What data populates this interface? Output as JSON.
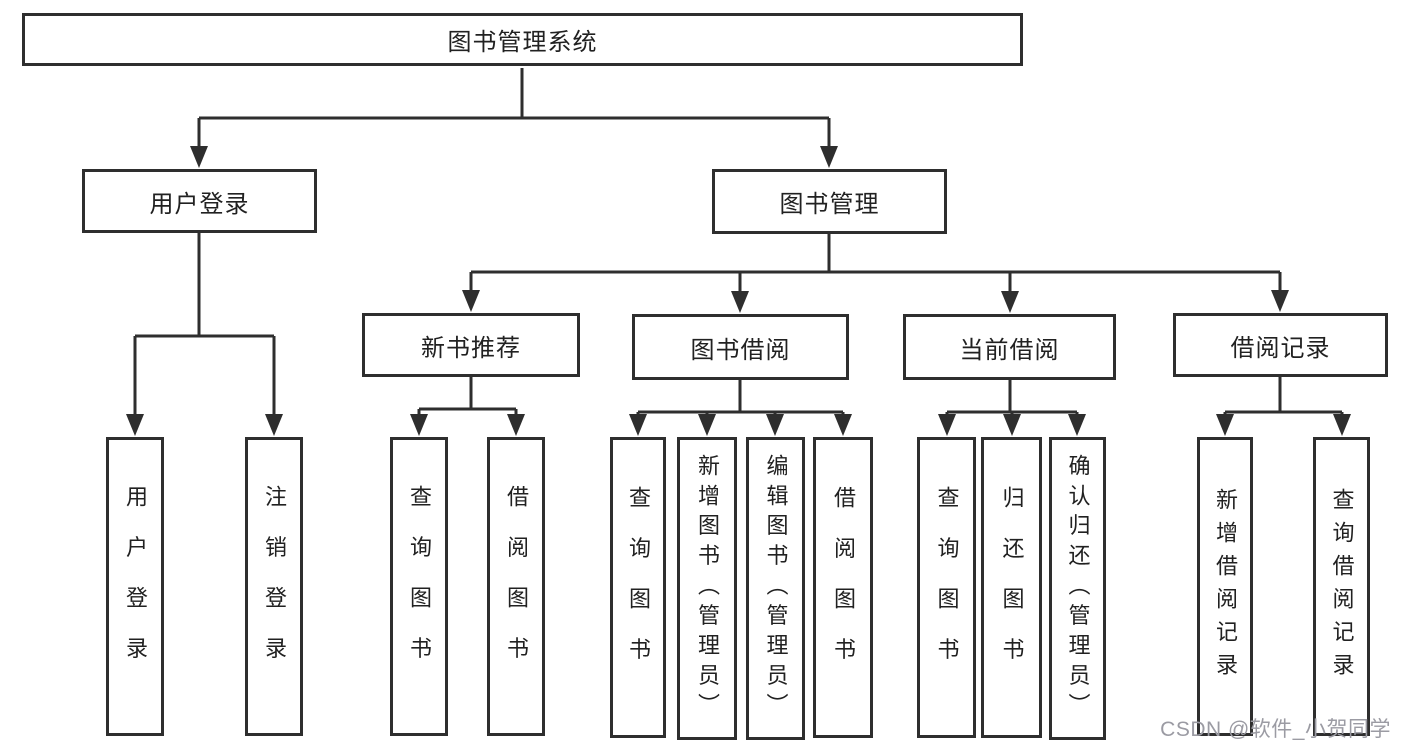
{
  "diagram": {
    "root": {
      "label": "图书管理系统"
    },
    "branches": [
      {
        "label": "用户登录",
        "children": [
          {
            "label": "用户登录"
          },
          {
            "label": "注销登录"
          }
        ]
      },
      {
        "label": "图书管理",
        "children": [
          {
            "label": "新书推荐",
            "children": [
              {
                "label": "查询图书"
              },
              {
                "label": "借阅图书"
              }
            ]
          },
          {
            "label": "图书借阅",
            "children": [
              {
                "label": "查询图书"
              },
              {
                "label": "新增图书（管理员）"
              },
              {
                "label": "编辑图书（管理员）"
              },
              {
                "label": "借阅图书"
              }
            ]
          },
          {
            "label": "当前借阅",
            "children": [
              {
                "label": "查询图书"
              },
              {
                "label": "归还图书"
              },
              {
                "label": "确认归还（管理员）"
              }
            ]
          },
          {
            "label": "借阅记录",
            "children": [
              {
                "label": "新增借阅记录"
              },
              {
                "label": "查询借阅记录"
              }
            ]
          }
        ]
      }
    ]
  },
  "watermark": {
    "text": "CSDN @软件_小贺同学"
  },
  "colors": {
    "line": "#2e2e2e",
    "text": "#212121",
    "watermark": "#9b9ba3",
    "background": "#ffffff"
  }
}
